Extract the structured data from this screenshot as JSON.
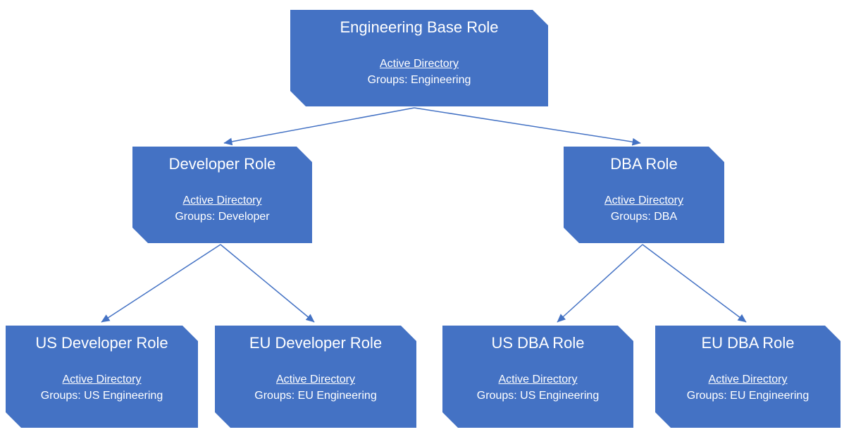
{
  "colors": {
    "node_fill": "#4472C4",
    "node_text": "#FFFFFF",
    "connector": "#4472C4",
    "background": "#FFFFFF"
  },
  "nodes": [
    {
      "title": "Engineering Base Role",
      "subtitle": "Active Directory",
      "detail": "Groups: Engineering"
    },
    {
      "title": "Developer Role",
      "subtitle": "Active Directory",
      "detail": "Groups: Developer"
    },
    {
      "title": "DBA Role",
      "subtitle": "Active Directory",
      "detail": "Groups: DBA"
    },
    {
      "title": "US Developer Role",
      "subtitle": "Active Directory",
      "detail": "Groups: US Engineering"
    },
    {
      "title": "EU Developer Role",
      "subtitle": "Active Directory",
      "detail": "Groups: EU Engineering"
    },
    {
      "title": "US DBA Role",
      "subtitle": "Active Directory",
      "detail": "Groups: US Engineering"
    },
    {
      "title": "EU DBA Role",
      "subtitle": "Active Directory",
      "detail": "Groups: EU Engineering"
    }
  ],
  "edges": [
    {
      "from": "Engineering Base Role",
      "to": "Developer Role"
    },
    {
      "from": "Engineering Base Role",
      "to": "DBA Role"
    },
    {
      "from": "Developer Role",
      "to": "US Developer Role"
    },
    {
      "from": "Developer Role",
      "to": "EU Developer Role"
    },
    {
      "from": "DBA Role",
      "to": "US DBA Role"
    },
    {
      "from": "DBA Role",
      "to": "EU DBA Role"
    }
  ]
}
